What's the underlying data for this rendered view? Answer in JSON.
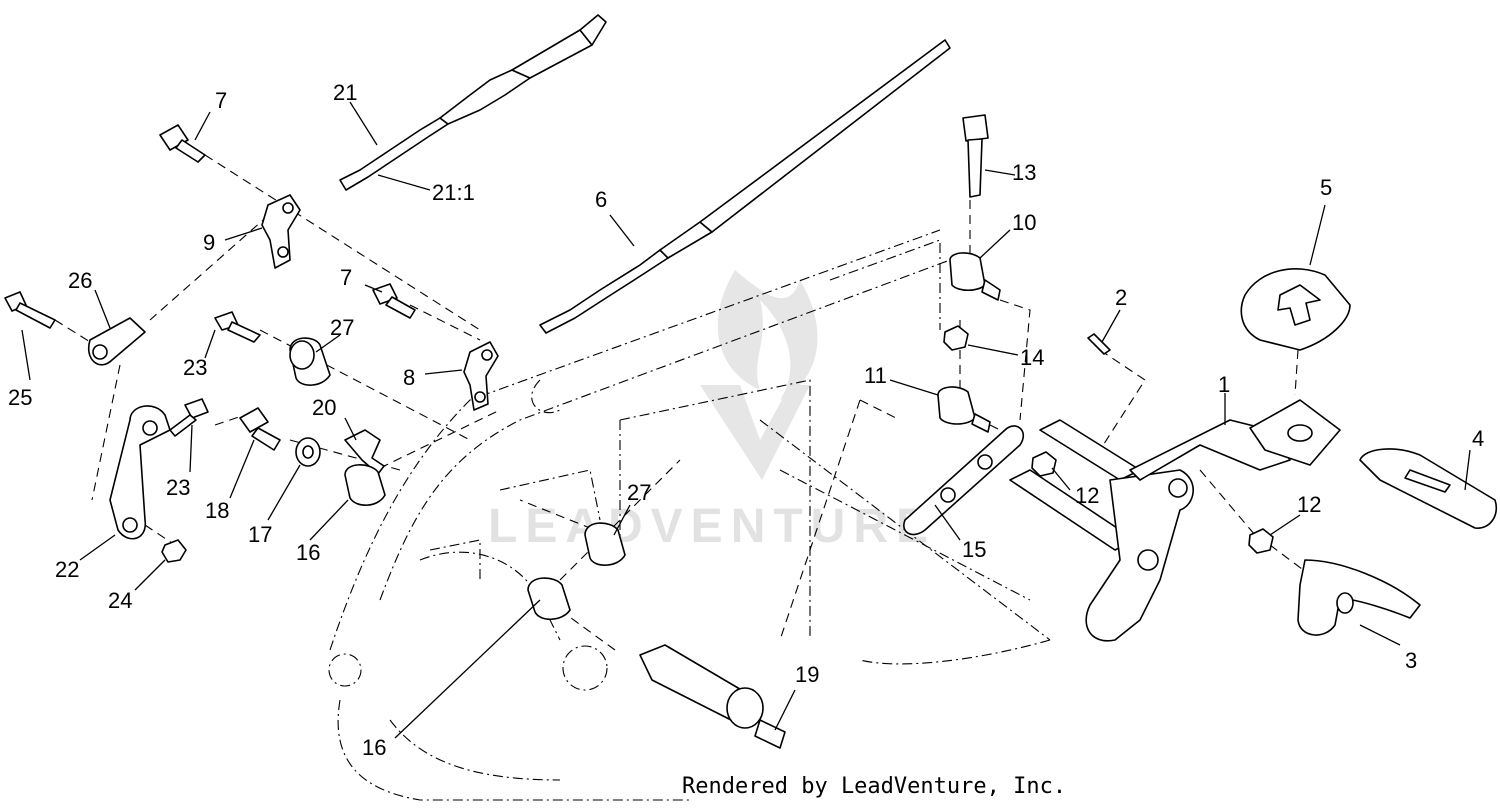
{
  "watermark": {
    "text": "LEADVENTURE"
  },
  "footer": {
    "text": "Rendered by LeadVenture, Inc."
  },
  "callouts": [
    "1",
    "2",
    "3",
    "4",
    "5",
    "6",
    "7",
    "7",
    "8",
    "9",
    "10",
    "11",
    "12",
    "12",
    "13",
    "14",
    "15",
    "16",
    "16",
    "17",
    "18",
    "19",
    "20",
    "21",
    "21:1",
    "22",
    "23",
    "23",
    "24",
    "25",
    "26",
    "27",
    "27"
  ],
  "colors": {
    "ink": "#000000",
    "background": "#ffffff",
    "watermark": "#e6e6e6"
  }
}
